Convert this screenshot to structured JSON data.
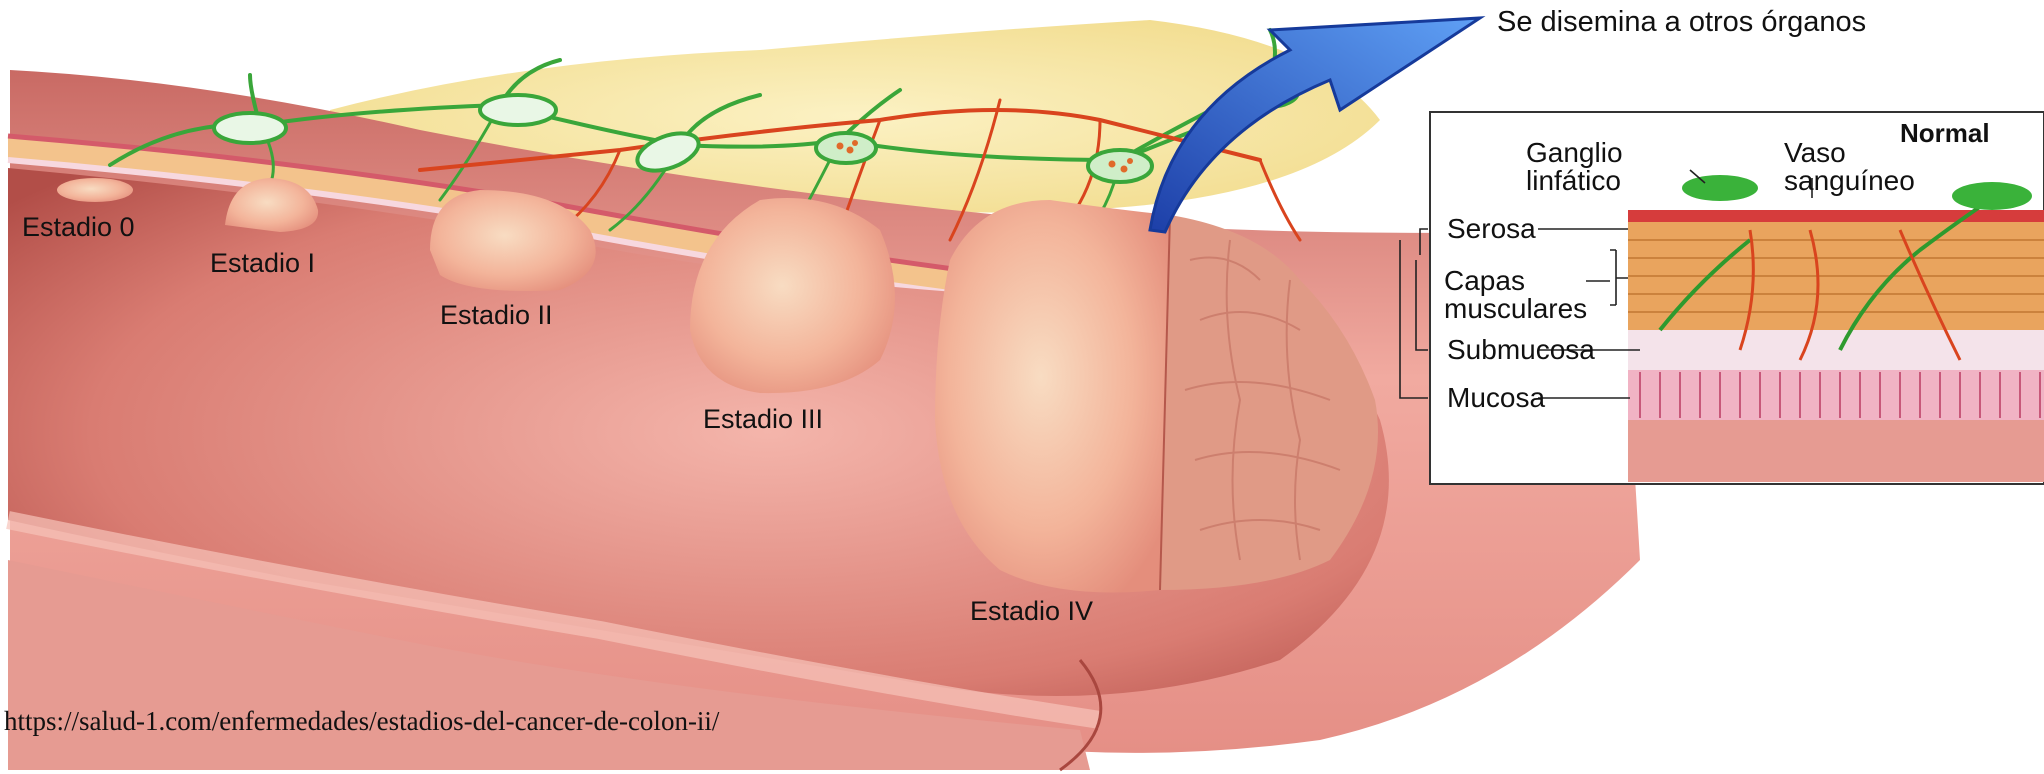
{
  "stages": [
    {
      "id": "0",
      "label": "Estadio 0"
    },
    {
      "id": "1",
      "label": "Estadio I"
    },
    {
      "id": "2",
      "label": "Estadio II"
    },
    {
      "id": "3",
      "label": "Estadio III"
    },
    {
      "id": "4",
      "label": "Estadio IV"
    }
  ],
  "spread_label": "Se disemina a otros órganos",
  "inset": {
    "title": "Normal",
    "ganglio_line1": "Ganglio",
    "ganglio_line2": "linfático",
    "vaso_line1": "Vaso",
    "vaso_line2": "sanguíneo",
    "serosa": "Serosa",
    "capas_line1": "Capas",
    "capas_line2": "musculares",
    "submucosa": "Submucosa",
    "mucosa": "Mucosa"
  },
  "source_url": "https://salud-1.com/enfermedades/estadios-del-cancer-de-colon-ii/",
  "colors": {
    "tissue": "#e8958a",
    "tissue_dark": "#b4544e",
    "fat": "#f2dc8a",
    "tumor": "#f4b99c",
    "lymph": "#3aa63a",
    "vessel": "#d9441e",
    "arrow": "#2c6fd6"
  }
}
